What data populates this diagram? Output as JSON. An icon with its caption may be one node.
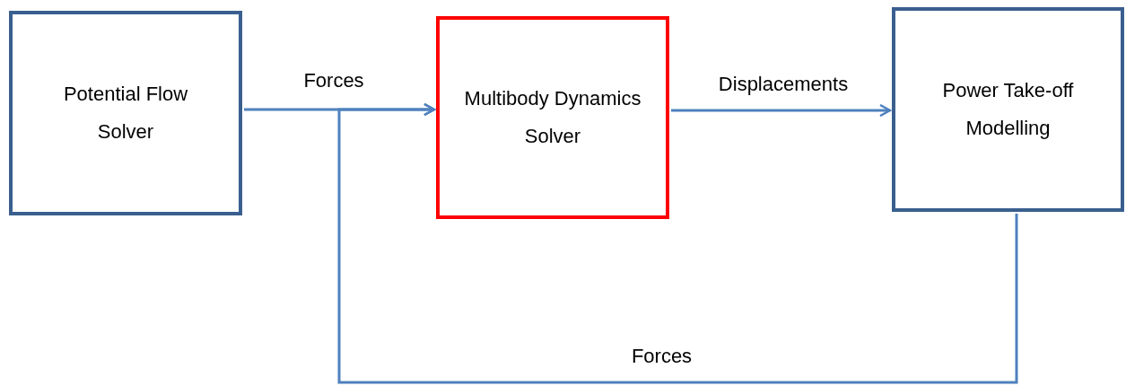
{
  "diagram": {
    "nodes": [
      {
        "text": [
          "Potential Flow Solver"
        ]
      },
      {
        "text": [
          "Multibody Dynamics Solver"
        ]
      },
      {
        "text": [
          "Power Take-off Modelling"
        ]
      }
    ],
    "edges": [
      {
        "from": 0,
        "to": 1,
        "arrow": "to",
        "label": "Forces"
      },
      {
        "from": 1,
        "to": 2,
        "arrow": "to",
        "label": "Displacements"
      },
      {
        "from": 2,
        "to": 1,
        "arrow": "to",
        "label": "Forces"
      }
    ]
  }
}
